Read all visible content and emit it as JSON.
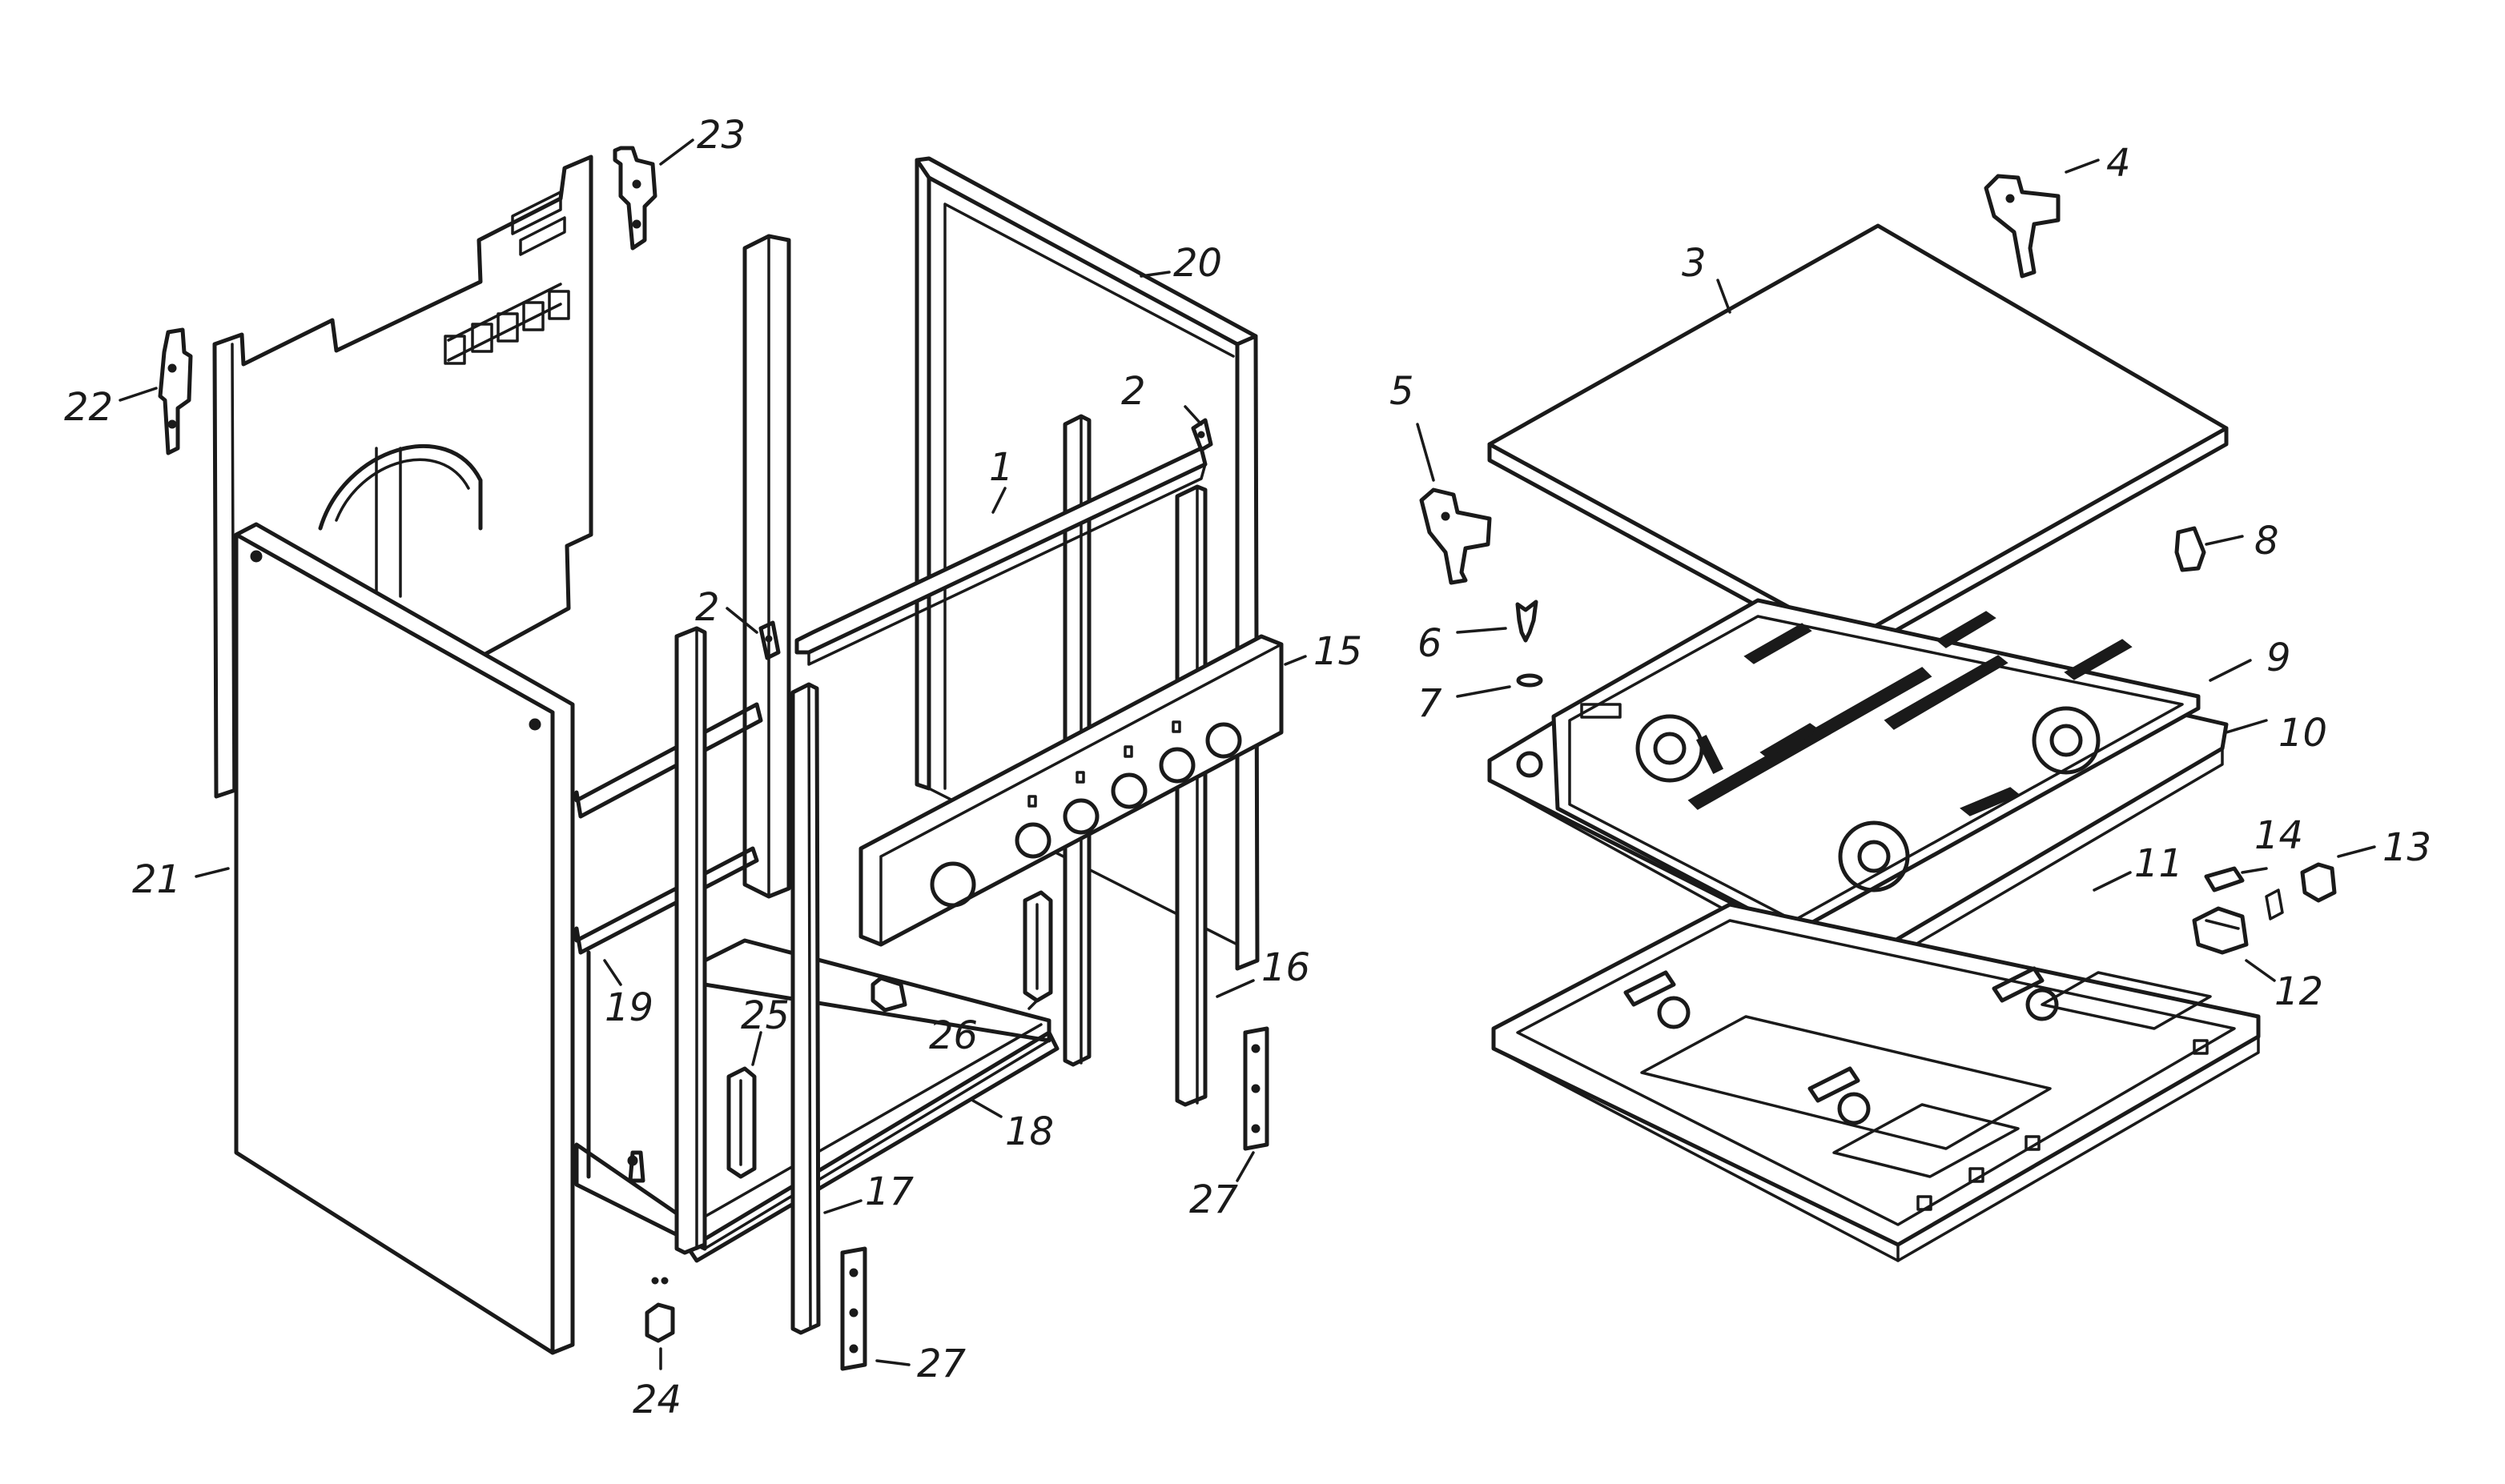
{
  "callouts": [
    {
      "id": "c1",
      "text": "1"
    },
    {
      "id": "c2a",
      "text": "2"
    },
    {
      "id": "c2b",
      "text": "2"
    },
    {
      "id": "c3",
      "text": "3"
    },
    {
      "id": "c4",
      "text": "4"
    },
    {
      "id": "c5",
      "text": "5"
    },
    {
      "id": "c6",
      "text": "6"
    },
    {
      "id": "c7",
      "text": "7"
    },
    {
      "id": "c8",
      "text": "8"
    },
    {
      "id": "c9",
      "text": "9"
    },
    {
      "id": "c10",
      "text": "10"
    },
    {
      "id": "c11",
      "text": "11"
    },
    {
      "id": "c12",
      "text": "12"
    },
    {
      "id": "c13",
      "text": "13"
    },
    {
      "id": "c14",
      "text": "14"
    },
    {
      "id": "c15",
      "text": "15"
    },
    {
      "id": "c16",
      "text": "16"
    },
    {
      "id": "c17",
      "text": "17"
    },
    {
      "id": "c18",
      "text": "18"
    },
    {
      "id": "c19",
      "text": "19"
    },
    {
      "id": "c20",
      "text": "20"
    },
    {
      "id": "c21",
      "text": "21"
    },
    {
      "id": "c22",
      "text": "22"
    },
    {
      "id": "c23",
      "text": "23"
    },
    {
      "id": "c24",
      "text": "24"
    },
    {
      "id": "c25",
      "text": "25"
    },
    {
      "id": "c26",
      "text": "26"
    },
    {
      "id": "c27a",
      "text": "27"
    },
    {
      "id": "c27b",
      "text": "27"
    }
  ]
}
